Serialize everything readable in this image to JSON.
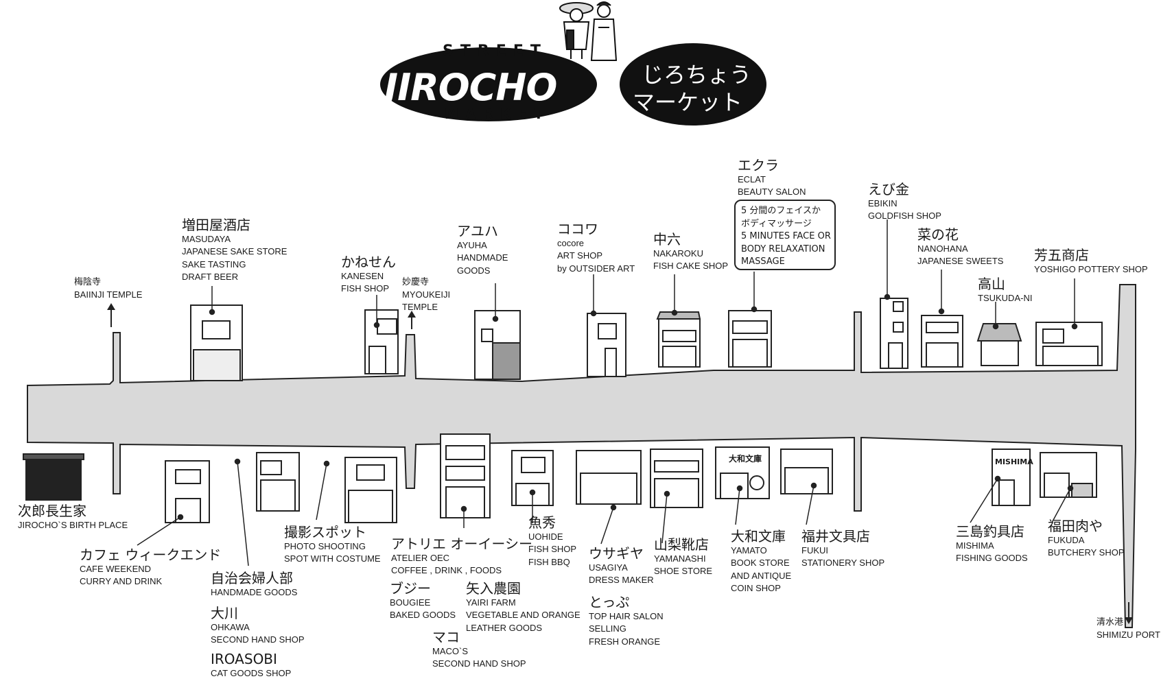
{
  "logo": {
    "top_word": "STREET",
    "main_word": "JIROCHO",
    "bottom_word": "MARKET",
    "jp_title_line1": "じろちょう",
    "jp_title_line2": "マーケット"
  },
  "labels": {
    "baiinji": {
      "jp": "梅陰寺",
      "en": "BAIINJI TEMPLE"
    },
    "myoukeiji": {
      "jp": "妙慶寺",
      "en1": "MYOUKEIJI",
      "en2": "TEMPLE"
    },
    "shimizu": {
      "jp": "清水港",
      "en": "SHIMIZU PORT"
    }
  },
  "shops_north": {
    "masudaya": {
      "jp": "増田屋酒店",
      "lines": [
        "MASUDAYA",
        "JAPANESE SAKE STORE",
        "SAKE TASTING",
        "DRAFT BEER"
      ]
    },
    "kanesen": {
      "jp": "かねせん",
      "lines": [
        "KANESEN",
        "FISH SHOP"
      ]
    },
    "ayuha": {
      "jp": "アユハ",
      "lines": [
        "AYUHA",
        "HANDMADE",
        "GOODS"
      ]
    },
    "cocore": {
      "jp": "ココワ",
      "lines": [
        "cocore",
        "ART SHOP",
        "by OUTSIDER ART"
      ]
    },
    "nakaroku": {
      "jp": "中六",
      "lines": [
        "NAKAROKU",
        "FISH CAKE SHOP"
      ]
    },
    "eclat": {
      "jp": "エクラ",
      "lines": [
        "ECLAT",
        "BEAUTY SALON"
      ],
      "note": [
        "5 分間のフェイスか",
        "ボディマッサージ",
        "5 MINUTES FACE OR",
        "BODY RELAXATION",
        "MASSAGE"
      ]
    },
    "ebikin": {
      "jp": "えび金",
      "lines": [
        "EBIKIN",
        "GOLDFISH SHOP"
      ]
    },
    "nanohana": {
      "jp": "菜の花",
      "lines": [
        "NANOHANA",
        "JAPANESE SWEETS"
      ]
    },
    "takayama": {
      "jp": "高山",
      "lines": [
        "TSUKUDA-NI"
      ]
    },
    "yoshigo": {
      "jp": "芳五商店",
      "lines": [
        "YOSHIGO POTTERY SHOP"
      ]
    }
  },
  "shops_south": {
    "birthplace": {
      "jp": "次郎長生家",
      "lines": [
        "JIROCHO`S BIRTH PLACE"
      ]
    },
    "cafe": {
      "jp": "カフェ ウィークエンド",
      "lines": [
        "CAFE WEEKEND",
        "CURRY AND DRINK"
      ]
    },
    "jichikai": {
      "jp": "自治会婦人部",
      "lines": [
        "HANDMADE GOODS"
      ]
    },
    "ohkawa": {
      "jp": "大川",
      "lines": [
        "OHKAWA",
        "SECOND HAND SHOP"
      ]
    },
    "iroasobi": {
      "jp": "IROASOBI",
      "lines": [
        "CAT GOODS SHOP"
      ]
    },
    "photo": {
      "jp": "撮影スポット",
      "lines": [
        "PHOTO SHOOTING",
        "SPOT WITH COSTUME"
      ]
    },
    "atelier": {
      "jp": "アトリエ オーイーシー",
      "lines": [
        "ATELIER OEC",
        "COFFEE , DRINK , FOODS"
      ]
    },
    "bougiee": {
      "jp": "ブジー",
      "lines": [
        "BOUGIEE",
        "BAKED GOODS"
      ]
    },
    "yairi": {
      "jp": "矢入農園",
      "lines": [
        "YAIRI FARM",
        "VEGETABLE AND ORANGE",
        "LEATHER GOODS"
      ]
    },
    "maco": {
      "jp": "マコ",
      "lines": [
        "MACO`S",
        "SECOND HAND SHOP"
      ]
    },
    "uohide": {
      "jp": "魚秀",
      "lines": [
        "UOHIDE",
        "FISH SHOP",
        "FISH BBQ"
      ]
    },
    "usagiya": {
      "jp": "ウサギヤ",
      "lines": [
        "USAGIYA",
        "DRESS MAKER"
      ]
    },
    "toppu": {
      "jp": "とっぷ",
      "lines": [
        "TOP HAIR SALON",
        "SELLING",
        "FRESH ORANGE"
      ]
    },
    "yamanashi": {
      "jp": "山梨靴店",
      "lines": [
        "YAMANASHI",
        "SHOE STORE"
      ]
    },
    "yamato": {
      "jp": "大和文庫",
      "lines": [
        "YAMATO",
        "BOOK STORE",
        "AND ANTIQUE",
        "COIN SHOP"
      ]
    },
    "fukui": {
      "jp": "福井文具店",
      "lines": [
        "FUKUI",
        "STATIONERY SHOP"
      ]
    },
    "mishima": {
      "jp": "三島釣具店",
      "lines": [
        "MISHIMA",
        "FISHING GOODS"
      ]
    },
    "fukuda": {
      "jp": "福田肉や",
      "lines": [
        "FUKUDA",
        "BUTCHERY SHOP"
      ]
    }
  },
  "signs": {
    "yamato_sign": "大和文庫",
    "mishima_sign": "MISHIMA"
  },
  "colors": {
    "street": "#d9d9d9",
    "ink": "#1a1a1a",
    "logo_fill": "#111111"
  }
}
